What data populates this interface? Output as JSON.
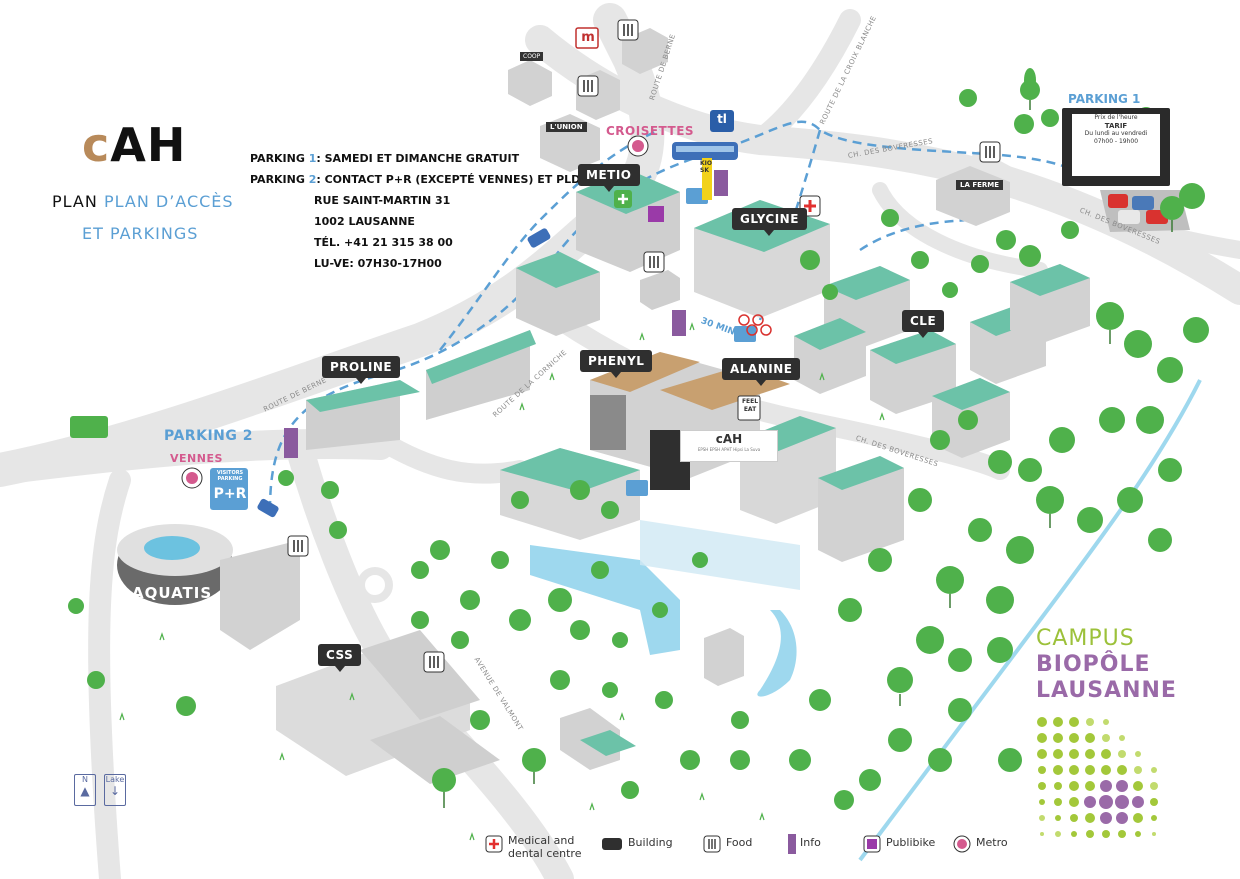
{
  "header": {
    "logo_c": "c",
    "logo_rest": "AH",
    "plan_word": "PLAN",
    "plan_sub_1": "PLAN D’ACCÈS",
    "plan_sub_2": "ET PARKINGS"
  },
  "parking_info": {
    "line1_label": "PARKING ",
    "line1_num": "1",
    "line1_text": ": SAMEDI ET DIMANCHE GRATUIT",
    "line2_label": "PARKING ",
    "line2_num": "2",
    "line2_text": ": CONTACT P+R (EXCEPTÉ VENNES) ET PLD",
    "address_1": "RUE SAINT-MARTIN 31",
    "address_2": "1002 LAUSANNE",
    "phone": "TÉL. +41 21 315 38 00",
    "hours": "LU-VE: 07H30-17H00"
  },
  "buildings": {
    "metio": "METIO",
    "glycine": "GLYCINE",
    "proline": "PROLINE",
    "phenyl": "PHENYL",
    "alanine": "ALANINE",
    "cle": "CLE",
    "css": "CSS",
    "aquatis": "AQUATIS"
  },
  "places": {
    "croisettes": "CROISETTES",
    "parking2": "PARKING 2",
    "vennes": "VENNES",
    "parking1": "PARKING 1",
    "thirty_min": "30 MIN"
  },
  "signs": {
    "coop": "COOP",
    "lunion": "L'UNION",
    "la_ferme": "LA FERME",
    "kiosk": "KIOSK",
    "visitors_parking": "VISITORS PARKING",
    "p_plus_r": "P+R",
    "feel_eat": "FEEL EAT",
    "m_logo": "m",
    "tl_logo": "tl",
    "cah_sign_title": "cAH",
    "cah_sign_sub": "EPSH  EPSH  APHT  Hipsi  La Suva"
  },
  "parking_board": {
    "line1": "Prix de l'heure",
    "line2": "TARIF",
    "line3": "Du lundi au vendredi",
    "line4": "07h00 - 19h00"
  },
  "roads": {
    "route_de_berne_top": "ROUTE DE BERNE",
    "route_croix_blanche": "ROUTE DE LA CROIX BLANCHE",
    "ch_boveresses_top": "CH. DES BOVERESSES",
    "ch_boveresses_mid": "CH. DES BOVERESSES",
    "ch_boveresses_right": "CH. DES BOVERESSES",
    "route_de_berne_left": "ROUTE DE BERNE",
    "route_de_la_corniche": "ROUTE DE LA CORNICHE",
    "avenue_de_valmont": "AVENUE DE VALMONT"
  },
  "campus": {
    "line1": "CAMPUS",
    "line2": "BIOPÔLE",
    "line3": "LAUSANNE"
  },
  "compass": {
    "north": "N",
    "lake": "Lake"
  },
  "legend": {
    "medical": "Medical and",
    "medical_2": "dental centre",
    "building": "Building",
    "food": "Food",
    "info": "Info",
    "publibike": "Publibike",
    "metro": "Metro"
  },
  "colors": {
    "roof_teal": "#6cc2a8",
    "road_grey": "#e6e6e6",
    "tree_green": "#4fb14b",
    "brand_blue": "#5b9fd4",
    "brand_green": "#9cc13a",
    "brand_purple": "#9a6aa8",
    "metro_pink": "#d45a8e",
    "medical_red": "#e2302f",
    "info_purple": "#8a5a9e",
    "building_dark": "#2f2f2f",
    "water_blue": "#9ed8ee"
  }
}
